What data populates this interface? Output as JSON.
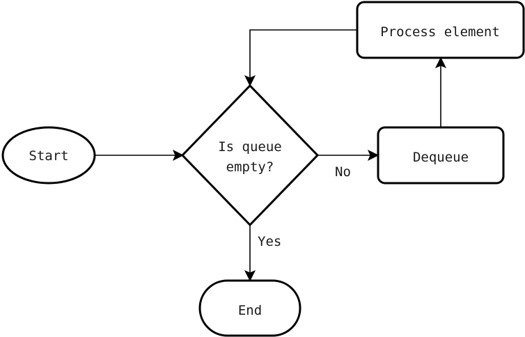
{
  "diagram": {
    "type": "flowchart",
    "nodes": {
      "start": {
        "label": "Start",
        "shape": "ellipse"
      },
      "decision": {
        "label_line1": "Is queue",
        "label_line2": "empty?",
        "shape": "diamond"
      },
      "dequeue": {
        "label": "Dequeue",
        "shape": "rounded-rectangle"
      },
      "process": {
        "label": "Process element",
        "shape": "rounded-rectangle"
      },
      "end": {
        "label": "End",
        "shape": "stadium"
      }
    },
    "edges": [
      {
        "from": "start",
        "to": "decision",
        "label": ""
      },
      {
        "from": "decision",
        "to": "dequeue",
        "label": "No"
      },
      {
        "from": "dequeue",
        "to": "process",
        "label": ""
      },
      {
        "from": "process",
        "to": "decision",
        "label": ""
      },
      {
        "from": "decision",
        "to": "end",
        "label": "Yes"
      }
    ],
    "edge_labels": {
      "no": "No",
      "yes": "Yes"
    },
    "colors": {
      "stroke": "#000000",
      "fill": "#ffffff",
      "text": "#1a1a1a"
    }
  }
}
